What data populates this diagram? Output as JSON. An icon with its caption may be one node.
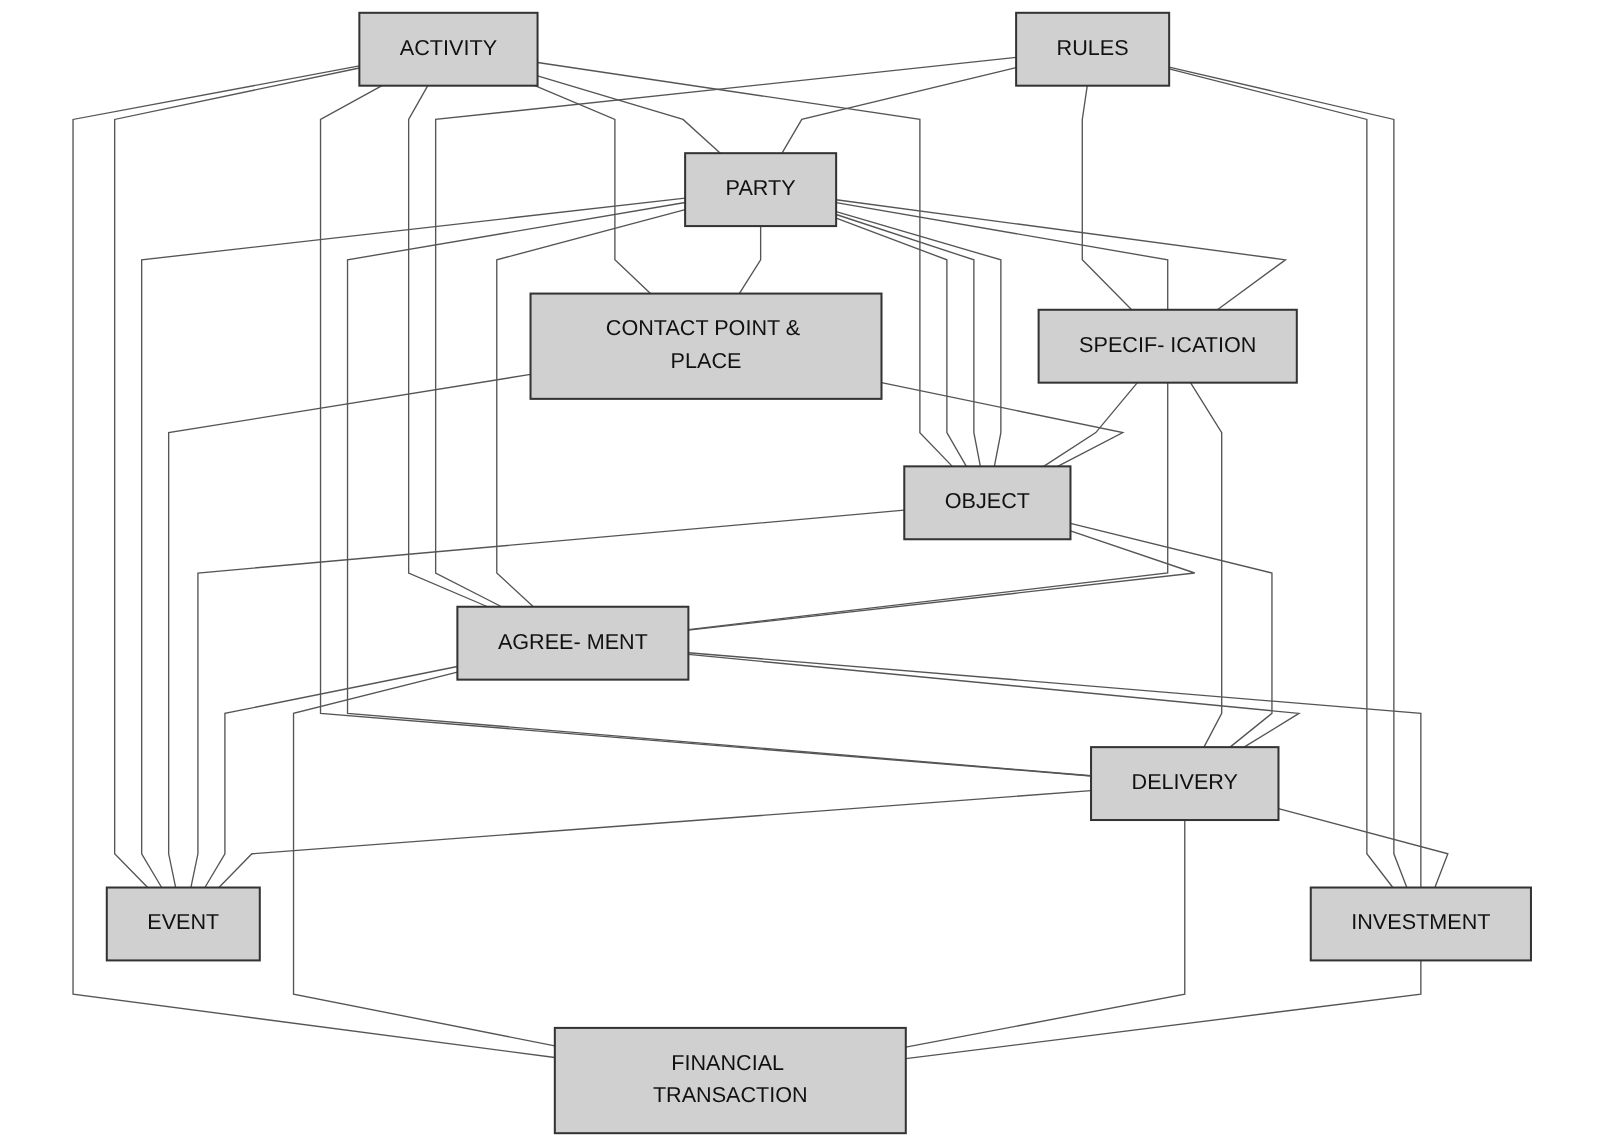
{
  "diagram": {
    "nodes": [
      {
        "text": [
          "ACTIVITY"
        ]
      },
      {
        "text": [
          "RULES"
        ]
      },
      {
        "text": [
          "PARTY"
        ]
      },
      {
        "text": [
          "SPECIF- ICATION"
        ]
      },
      {
        "text": [
          "CONTACT POINT & PLACE"
        ]
      },
      {
        "text": [
          "OBJECT"
        ]
      },
      {
        "text": [
          "AGREE- MENT"
        ]
      },
      {
        "text": [
          "INVESTMENT"
        ]
      },
      {
        "text": [
          "DELIVERY"
        ]
      },
      {
        "text": [
          "EVENT"
        ]
      },
      {
        "text": [
          "FINANCIAL TRANSACTION"
        ]
      }
    ],
    "edges": [
      {
        "from": 0,
        "to": 2,
        "arrow": "none"
      },
      {
        "from": 0,
        "to": 4,
        "arrow": "none"
      },
      {
        "from": 0,
        "to": 5,
        "arrow": "none"
      },
      {
        "from": 0,
        "to": 6,
        "arrow": "none"
      },
      {
        "from": 0,
        "to": 8,
        "arrow": "none"
      },
      {
        "from": 0,
        "to": 9,
        "arrow": "none"
      },
      {
        "from": 0,
        "to": 10,
        "arrow": "none"
      },
      {
        "from": 1,
        "to": 2,
        "arrow": "none"
      },
      {
        "from": 1,
        "to": 3,
        "arrow": "none"
      },
      {
        "from": 1,
        "to": 6,
        "arrow": "none"
      },
      {
        "from": 1,
        "to": 7,
        "arrow": "none"
      },
      {
        "from": 1,
        "to": 7,
        "arrow": "none"
      },
      {
        "from": 2,
        "to": 3,
        "arrow": "none"
      },
      {
        "from": 2,
        "to": 3,
        "arrow": "none"
      },
      {
        "from": 2,
        "to": 4,
        "arrow": "none"
      },
      {
        "from": 2,
        "to": 5,
        "arrow": "none"
      },
      {
        "from": 2,
        "to": 5,
        "arrow": "none"
      },
      {
        "from": 2,
        "to": 5,
        "arrow": "none"
      },
      {
        "from": 2,
        "to": 6,
        "arrow": "none"
      },
      {
        "from": 2,
        "to": 8,
        "arrow": "none"
      },
      {
        "from": 2,
        "to": 9,
        "arrow": "none"
      },
      {
        "from": 3,
        "to": 5,
        "arrow": "none"
      },
      {
        "from": 3,
        "to": 6,
        "arrow": "none"
      },
      {
        "from": 3,
        "to": 8,
        "arrow": "none"
      },
      {
        "from": 4,
        "to": 5,
        "arrow": "none"
      },
      {
        "from": 4,
        "to": 9,
        "arrow": "none"
      },
      {
        "from": 5,
        "to": 6,
        "arrow": "none"
      },
      {
        "from": 5,
        "to": 8,
        "arrow": "none"
      },
      {
        "from": 5,
        "to": 9,
        "arrow": "none"
      },
      {
        "from": 6,
        "to": 8,
        "arrow": "none"
      },
      {
        "from": 6,
        "to": 7,
        "arrow": "none"
      },
      {
        "from": 6,
        "to": 10,
        "arrow": "none"
      },
      {
        "from": 6,
        "to": 9,
        "arrow": "none"
      },
      {
        "from": 8,
        "to": 7,
        "arrow": "none"
      },
      {
        "from": 8,
        "to": 9,
        "arrow": "none"
      },
      {
        "from": 8,
        "to": 10,
        "arrow": "none"
      },
      {
        "from": 7,
        "to": 10,
        "arrow": "none"
      }
    ]
  }
}
